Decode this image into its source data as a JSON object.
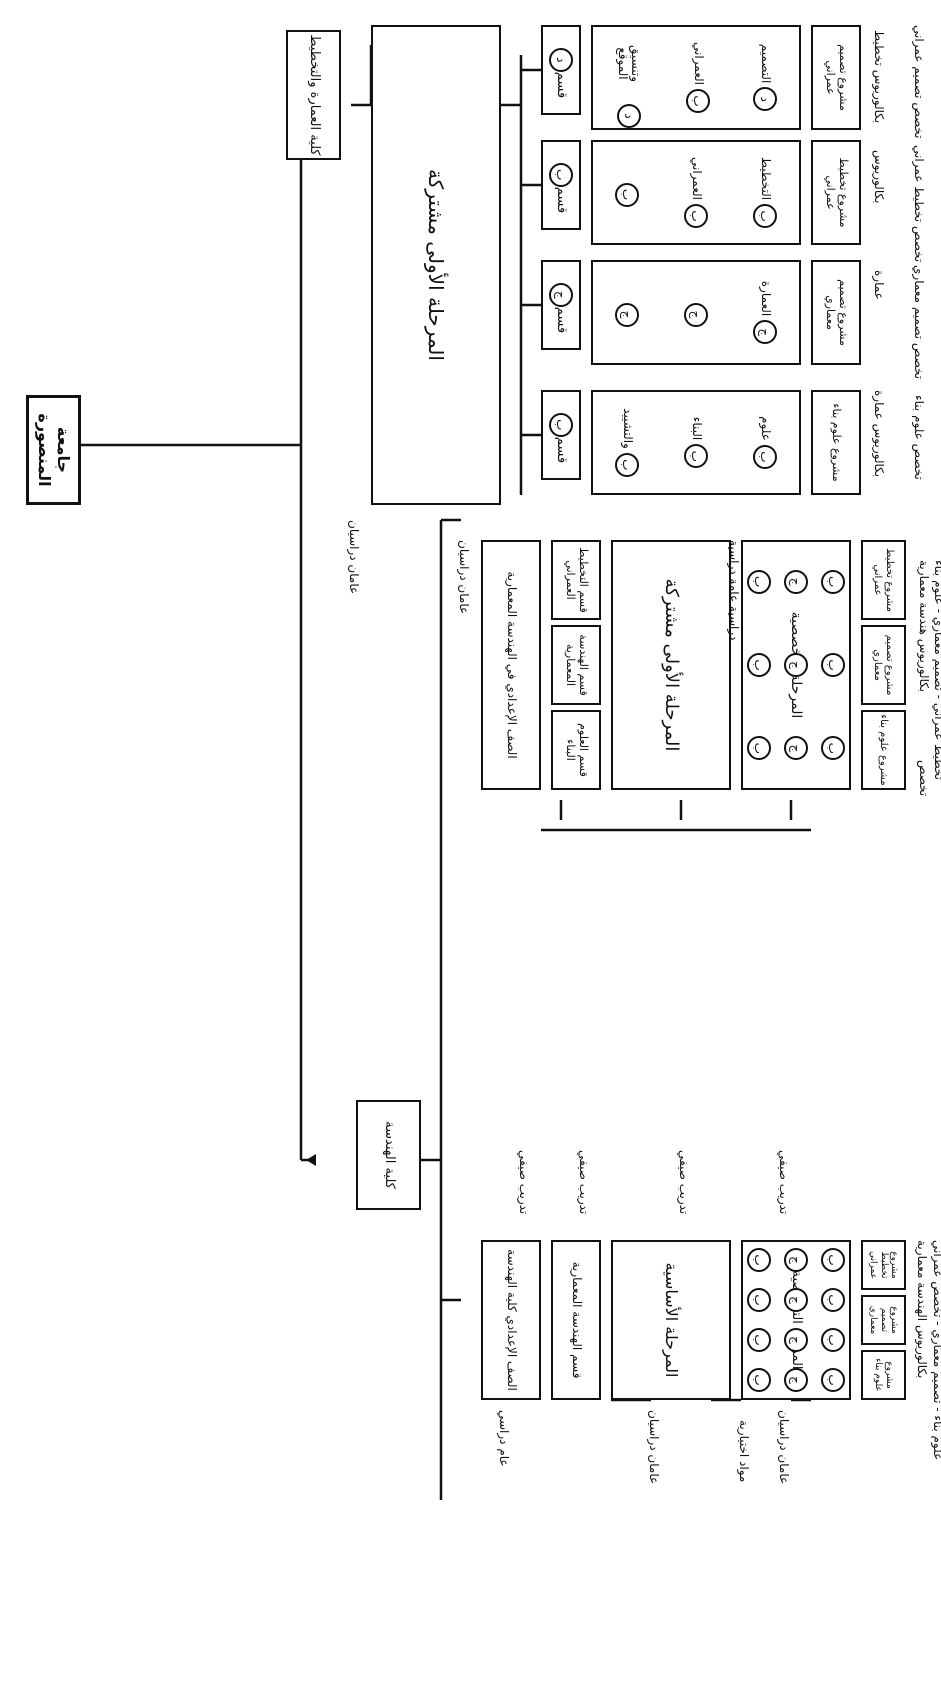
{
  "root": {
    "label": "جامعة المنصورة"
  },
  "colleges": [
    {
      "label": "كلية العمارة والتخطيط"
    },
    {
      "label": "كلية الهندسة"
    }
  ],
  "college_a": {
    "common_stage": "المرحلة الأولى مشتركة",
    "common_note": "عامان دراسيان",
    "departments": [
      {
        "label": "قسم",
        "mark": "د"
      },
      {
        "label": "قسم",
        "mark": "ب"
      },
      {
        "label": "قسم",
        "mark": "ج"
      },
      {
        "label": "قسم",
        "mark": "ب"
      }
    ],
    "columns": [
      {
        "items": [
          {
            "mark": "د",
            "text": "التصميم"
          },
          {
            "mark": "ب",
            "text": "العمراني"
          },
          {
            "mark": "د",
            "text": "وتنسيق الموقع"
          }
        ],
        "project": "مشروع تصميم عمراني",
        "note": "بكالوريوس تخطيط",
        "spec": "تخصص تصميم عمراني"
      },
      {
        "items": [
          {
            "mark": "ب",
            "text": "التخطيط"
          },
          {
            "mark": "ب",
            "text": "العمراني"
          },
          {
            "mark": "ب",
            "text": ""
          }
        ],
        "project": "مشروع تخطيط عمراني",
        "note": "بكالوريوس",
        "spec": "تخصص تخطيط عمراني"
      },
      {
        "items": [
          {
            "mark": "ج",
            "text": "العمارة"
          },
          {
            "mark": "ج",
            "text": ""
          },
          {
            "mark": "ج",
            "text": ""
          }
        ],
        "project": "مشروع تصميم معماري",
        "note": "عمارة",
        "spec": "تخصص تصميم معماري"
      },
      {
        "items": [
          {
            "mark": "ب",
            "text": "علوم"
          },
          {
            "mark": "ب",
            "text": "البناء"
          },
          {
            "mark": "ب",
            "text": "والتشييد"
          }
        ],
        "project": "مشروع علوم بناء",
        "note": "بكالوريوس عمارة",
        "spec": "تخصص علوم بناء"
      }
    ]
  },
  "college_b": {
    "branch1": {
      "prep": "الصف الإعدادي في الهندسة المعمارية",
      "depts": [
        "قسم التخطيط العمراني",
        "قسم الهندسة المعمارية",
        "قسم العلوم البناء"
      ],
      "middle": "المرحلة الأولى مشتركة",
      "stage": "المرحلة التخصصية",
      "grid_marks": [
        [
          "ب",
          "ب",
          "ب"
        ],
        [
          "ج",
          "ج",
          "ج"
        ],
        [
          "ب",
          "ب",
          "ب"
        ]
      ],
      "projects": [
        "مشروع تخطيط عمراني",
        "مشروع تصميم معماري",
        "مشروع علوم بناء"
      ],
      "left_note": "عامان دراسيان",
      "left_note2": "دراسية عامة دراسية",
      "bottom_note": "بكالوريوس هندسة معمارية",
      "bottom_note2": "تخصص",
      "spec": "تخطيط عمراني - تصميم معماري - علوم بناء"
    },
    "branch2": {
      "prep": "الصف الإعدادي كلية الهندسة",
      "dept": "قسم الهندسة المعمارية",
      "middle": "المرحلة الأساسية",
      "stage": "المرحلة التخصصية",
      "grid_marks": [
        [
          "ب",
          "ب",
          "ب",
          "ب"
        ],
        [
          "ج",
          "ج",
          "ج",
          "ج"
        ],
        [
          "ب",
          "ب",
          "ب",
          "ب"
        ]
      ],
      "projects": [
        "مشروع تخطيط عمراني",
        "مشروع تصميم معماري",
        "مشروع علوم بناء"
      ],
      "notes": [
        "عام دراسي",
        "عامان دراسيان",
        "عامان دراسيان"
      ],
      "left_notes": [
        "تدريب صيفي",
        "تدريب صيفي",
        "تدريب صيفي",
        "تدريب صيفي"
      ],
      "top_note": "مواد اختيارية",
      "bottom_note": "بكالوريوس الهندسة معمارية",
      "spec": "علوم بناء - تصميم معماري - تخصص عمراني"
    }
  }
}
